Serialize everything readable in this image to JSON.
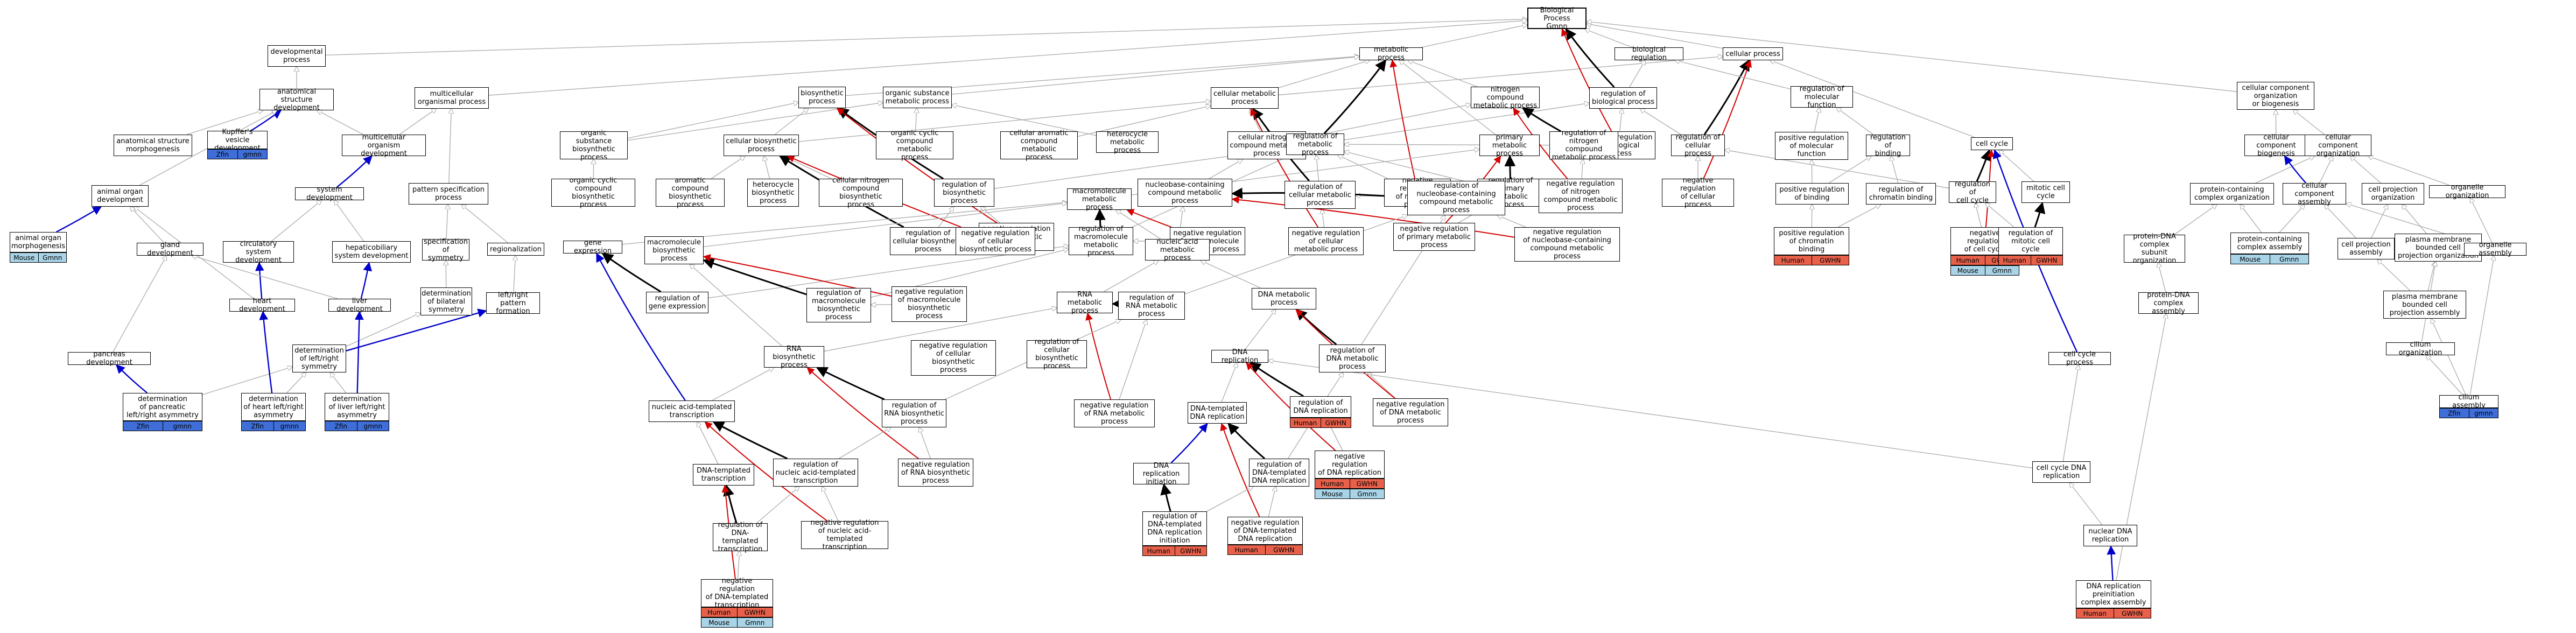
{
  "colors": {
    "edge_is_a": "#b0b0b0",
    "edge_regulates": "#000000",
    "edge_neg_regulates": "#d40000",
    "edge_part_of": "#0000cc",
    "human": "#e8604a",
    "mouse": "#a9d4e8",
    "zfin": "#3f6ed8"
  },
  "nodes": [
    {
      "id": "bp",
      "label": "Biological Process\nGmnn"
    },
    {
      "id": "dev",
      "label": "developmental\nprocess"
    },
    {
      "id": "asd",
      "label": "anatomical structure\ndevelopment"
    },
    {
      "id": "kv",
      "label": "Kupffer's vesicle\ndevelopment"
    },
    {
      "id": "asm",
      "label": "anatomical structure\nmorphogenesis"
    },
    {
      "id": "mop",
      "label": "multicellular\norganismal process"
    },
    {
      "id": "mod",
      "label": "multicellular\norganism development"
    },
    {
      "id": "psp",
      "label": "pattern specification\nprocess"
    },
    {
      "id": "sysdev",
      "label": "system development"
    },
    {
      "id": "aod",
      "label": "animal organ\ndevelopment"
    },
    {
      "id": "aom",
      "label": "animal organ\nmorphogenesis"
    },
    {
      "id": "gland",
      "label": "gland development"
    },
    {
      "id": "csd",
      "label": "circulatory\nsystem development"
    },
    {
      "id": "hsd",
      "label": "hepaticobiliary\nsystem development"
    },
    {
      "id": "heart",
      "label": "heart development"
    },
    {
      "id": "liver",
      "label": "liver development"
    },
    {
      "id": "spec",
      "label": "specification\nof symmetry"
    },
    {
      "id": "regionalization",
      "label": "regionalization"
    },
    {
      "id": "bilat",
      "label": "determination\nof bilateral\nsymmetry"
    },
    {
      "id": "lrp",
      "label": "left/right pattern\nformation"
    },
    {
      "id": "lrs",
      "label": "determination\nof left/right\nsymmetry"
    },
    {
      "id": "pancreas",
      "label": "pancreas development"
    },
    {
      "id": "dpanc",
      "label": "determination\nof pancreatic\nleft/right asymmetry"
    },
    {
      "id": "dheart",
      "label": "determination\nof heart left/right\nasymmetry"
    },
    {
      "id": "dliver",
      "label": "determination\nof liver left/right\nasymmetry"
    },
    {
      "id": "biosyn",
      "label": "biosynthetic\nprocess"
    },
    {
      "id": "osm",
      "label": "organic substance\nmetabolic process"
    },
    {
      "id": "metab",
      "label": "metabolic process"
    },
    {
      "id": "cmp",
      "label": "cellular metabolic\nprocess"
    },
    {
      "id": "nitro",
      "label": "nitrogen compound\nmetabolic process"
    },
    {
      "id": "bioreg",
      "label": "biological regulation"
    },
    {
      "id": "cellproc",
      "label": "cellular process"
    },
    {
      "id": "regbp",
      "label": "regulation of\nbiological process"
    },
    {
      "id": "negbp",
      "label": "negative regulation\nof biological\nprocess"
    },
    {
      "id": "regcp",
      "label": "regulation of\ncellular process"
    },
    {
      "id": "negcp",
      "label": "negative regulation\nof cellular\nprocess"
    },
    {
      "id": "osbp",
      "label": "organic substance\nbiosynthetic\nprocess"
    },
    {
      "id": "cbp",
      "label": "cellular biosynthetic\nprocess"
    },
    {
      "id": "ocm",
      "label": "organic cyclic\ncompound metabolic\nprocess"
    },
    {
      "id": "cacm",
      "label": "cellular aromatic\ncompound metabolic\nprocess"
    },
    {
      "id": "hcm",
      "label": "heterocycle\nmetabolic process"
    },
    {
      "id": "cncm",
      "label": "cellular nitrogen\ncompound metabolic\nprocess"
    },
    {
      "id": "regmp",
      "label": "regulation of\nmetabolic process"
    },
    {
      "id": "negmp",
      "label": "negative regulation\nof metabolic\nprocess"
    },
    {
      "id": "pmp",
      "label": "primary metabolic\nprocess"
    },
    {
      "id": "regpmp",
      "label": "regulation of\nprimary metabolic\nprocess"
    },
    {
      "id": "negpmp",
      "label": "negative regulation\nof primary metabolic\nprocess"
    },
    {
      "id": "regncm",
      "label": "regulation of\nnitrogen compound\nmetabolic process"
    },
    {
      "id": "negncm",
      "label": "negative regulation\nof nitrogen\ncompound metabolic\nprocess"
    },
    {
      "id": "ocbp",
      "label": "organic cyclic\ncompound biosynthetic\nprocess"
    },
    {
      "id": "acbp",
      "label": "aromatic compound\nbiosynthetic\nprocess"
    },
    {
      "id": "hbp",
      "label": "heterocycle\nbiosynthetic\nprocess"
    },
    {
      "id": "cnbp",
      "label": "cellular nitrogen\ncompound biosynthetic\nprocess"
    },
    {
      "id": "regbio",
      "label": "regulation of\nbiosynthetic\nprocess"
    },
    {
      "id": "negbio",
      "label": "negative regulation\nof biosynthetic\nprocess"
    },
    {
      "id": "regcbp",
      "label": "regulation of\ncellular biosynthetic\nprocess"
    },
    {
      "id": "negcbp",
      "label": "negative regulation\nof cellular\nbiosynthetic process"
    },
    {
      "id": "mmp",
      "label": "macromolecule\nmetabolic process"
    },
    {
      "id": "ncm",
      "label": "nucleobase-containing\ncompound metabolic\nprocess"
    },
    {
      "id": "ncbp",
      "label": "nucleobase-containing\ncompound biosynthetic\nprocess"
    },
    {
      "id": "regmmp",
      "label": "regulation of\nmacromolecule\nmetabolic process"
    },
    {
      "id": "negmmp",
      "label": "negative regulation\nof macromolecule\nmetabolic process"
    },
    {
      "id": "nam",
      "label": "nucleic acid\nmetabolic process"
    },
    {
      "id": "regcmp",
      "label": "regulation of\ncellular metabolic\nprocess"
    },
    {
      "id": "negcmp",
      "label": "negative regulation\nof cellular\nmetabolic process"
    },
    {
      "id": "regnc",
      "label": "regulation of\nnucleobase-containing\ncompound metabolic\nprocess"
    },
    {
      "id": "negnc",
      "label": "negative regulation\nof nucleobase-containing\ncompound metabolic\nprocess"
    },
    {
      "id": "ge",
      "label": "gene expression"
    },
    {
      "id": "mbp",
      "label": "macromolecule\nbiosynthetic\nprocess"
    },
    {
      "id": "regge",
      "label": "regulation of\ngene expression"
    },
    {
      "id": "regmbp",
      "label": "regulation of\nmacromolecule\nbiosynthetic\nprocess"
    },
    {
      "id": "negmbp",
      "label": "negative regulation\nof macromolecule\nbiosynthetic\nprocess"
    },
    {
      "id": "rnamp",
      "label": "RNA metabolic\nprocess"
    },
    {
      "id": "regrnamp",
      "label": "regulation of\nRNA metabolic\nprocess"
    },
    {
      "id": "negrnamp",
      "label": "negative regulation\nof RNA metabolic\nprocess"
    },
    {
      "id": "rnabp",
      "label": "RNA biosynthetic\nprocess"
    },
    {
      "id": "regrnabp",
      "label": "regulation of\nRNA biosynthetic\nprocess"
    },
    {
      "id": "negrnabp",
      "label": "negative regulation\nof RNA biosynthetic\nprocess"
    },
    {
      "id": "natt",
      "label": "nucleic acid-templated\ntranscription"
    },
    {
      "id": "regnatt",
      "label": "regulation of\nnucleic acid-templated\ntranscription"
    },
    {
      "id": "negnatt",
      "label": "negative regulation\nof nucleic acid-templated\ntranscription"
    },
    {
      "id": "dtt",
      "label": "DNA-templated\ntranscription"
    },
    {
      "id": "regdtt",
      "label": "regulation of\nDNA-templated\ntranscription"
    },
    {
      "id": "negdtt",
      "label": "negative regulation\nof DNA-templated\ntranscription",
      "badges": [
        "Human",
        "GWHN",
        "Mouse",
        "Gmnn"
      ]
    },
    {
      "id": "regcbs",
      "label": "negative regulation\nof cellular\nbiosynthetic\nprocess"
    },
    {
      "id": "dnamp",
      "label": "DNA metabolic\nprocess"
    },
    {
      "id": "regdnamp",
      "label": "regulation of\nDNA metabolic\nprocess"
    },
    {
      "id": "negdnamp",
      "label": "negative regulation\nof DNA metabolic\nprocess"
    },
    {
      "id": "dnarep",
      "label": "DNA replication"
    },
    {
      "id": "regdnarep",
      "label": "regulation of\nDNA replication",
      "badges": [
        "Human",
        "GWHN"
      ]
    },
    {
      "id": "negdnarep",
      "label": "negative regulation\nof DNA replication",
      "badges": [
        "Human",
        "GWHN",
        "Mouse",
        "Gmnn"
      ]
    },
    {
      "id": "dtdr",
      "label": "DNA-templated\nDNA replication"
    },
    {
      "id": "regdtdr",
      "label": "regulation of\nDNA-templated\nDNA replication"
    },
    {
      "id": "negdtdr",
      "label": "negative regulation\nof DNA-templated\nDNA replication",
      "badges": [
        "Human",
        "GWHN"
      ]
    },
    {
      "id": "dri",
      "label": "DNA replication\ninitiation"
    },
    {
      "id": "regdri",
      "label": "regulation of\nDNA-templated\nDNA replication\ninitiation",
      "badges": [
        "Human",
        "GWHN"
      ]
    },
    {
      "id": "regmf",
      "label": "regulation of\nmolecular function"
    },
    {
      "id": "posmf",
      "label": "positive regulation\nof molecular\nfunction"
    },
    {
      "id": "regbind",
      "label": "regulation of\nbinding"
    },
    {
      "id": "posbind",
      "label": "positive regulation\nof binding"
    },
    {
      "id": "regchrom",
      "label": "regulation of\nchromatin binding"
    },
    {
      "id": "poschrom",
      "label": "positive regulation\nof chromatin\nbinding",
      "badges": [
        "Human",
        "GWHN"
      ]
    },
    {
      "id": "cellcycle",
      "label": "cell cycle"
    },
    {
      "id": "regcc",
      "label": "regulation of\ncell cycle"
    },
    {
      "id": "negcc",
      "label": "negative regulation\nof cell cycle",
      "badges": [
        "Human",
        "GWHN",
        "Mouse",
        "Gmnn"
      ]
    },
    {
      "id": "mitotic",
      "label": "mitotic cell\ncycle"
    },
    {
      "id": "regmit",
      "label": "regulation of\nmitotic cell\ncycle",
      "badges": [
        "Human",
        "GWHN"
      ]
    },
    {
      "id": "ccp",
      "label": "cell cycle process"
    },
    {
      "id": "ccdr",
      "label": "cell cycle DNA\nreplication"
    },
    {
      "id": "ndr",
      "label": "nuclear DNA\nreplication"
    },
    {
      "id": "drpc",
      "label": "DNA replication\npreinitiation\ncomplex assembly",
      "badges": [
        "Human",
        "GWHN"
      ]
    },
    {
      "id": "ccoob",
      "label": "cellular component\norganization\nor biogenesis"
    },
    {
      "id": "ccb",
      "label": "cellular component\nbiogenesis"
    },
    {
      "id": "cco",
      "label": "cellular component\norganization"
    },
    {
      "id": "pcco",
      "label": "protein-containing\ncomplex organization"
    },
    {
      "id": "cca",
      "label": "cellular component\nassembly"
    },
    {
      "id": "cpo",
      "label": "cell projection\norganization"
    },
    {
      "id": "oo",
      "label": "organelle organization"
    },
    {
      "id": "pdcso",
      "label": "protein-DNA\ncomplex subunit\norganization"
    },
    {
      "id": "pcca",
      "label": "protein-containing\ncomplex assembly",
      "badges": [
        "Mouse",
        "Gmnn"
      ]
    },
    {
      "id": "cpa",
      "label": "cell projection\nassembly"
    },
    {
      "id": "pmbcp",
      "label": "plasma membrane\nbounded cell\nprojection organization"
    },
    {
      "id": "oa",
      "label": "organelle assembly"
    },
    {
      "id": "pdca",
      "label": "protein-DNA\ncomplex assembly"
    },
    {
      "id": "pmbcpa",
      "label": "plasma membrane\nbounded cell\nprojection assembly"
    },
    {
      "id": "cilorg",
      "label": "cilium organization"
    },
    {
      "id": "cilasm",
      "label": "cilium assembly",
      "badges": [
        "Zfin",
        "gmnn"
      ]
    },
    {
      "id": "kvbadge",
      "label": "",
      "badges": [
        "Zfin",
        "gmnn"
      ]
    }
  ],
  "badge_sets": {
    "aom": [
      "Mouse",
      "Gmnn"
    ],
    "kv": [
      "Zfin",
      "gmnn"
    ],
    "dpanc": [
      "Zfin",
      "gmnn"
    ],
    "dheart": [
      "Zfin",
      "gmnn"
    ],
    "dliver": [
      "Zfin",
      "gmnn"
    ]
  }
}
